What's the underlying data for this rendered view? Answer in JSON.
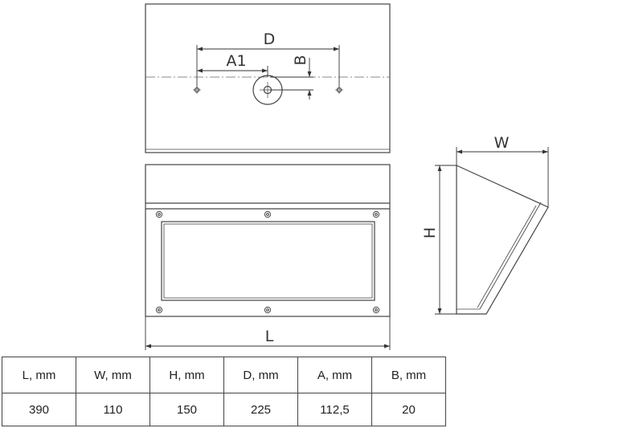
{
  "dimension_labels": {
    "d": "D",
    "a1": "A1",
    "b": "B",
    "l": "L",
    "w": "W",
    "h": "H"
  },
  "spec_table": {
    "headers": [
      "L, mm",
      "W, mm",
      "H, mm",
      "D, mm",
      "A, mm",
      "B, mm"
    ],
    "values": [
      "390",
      "110",
      "150",
      "225",
      "112,5",
      "20"
    ]
  }
}
